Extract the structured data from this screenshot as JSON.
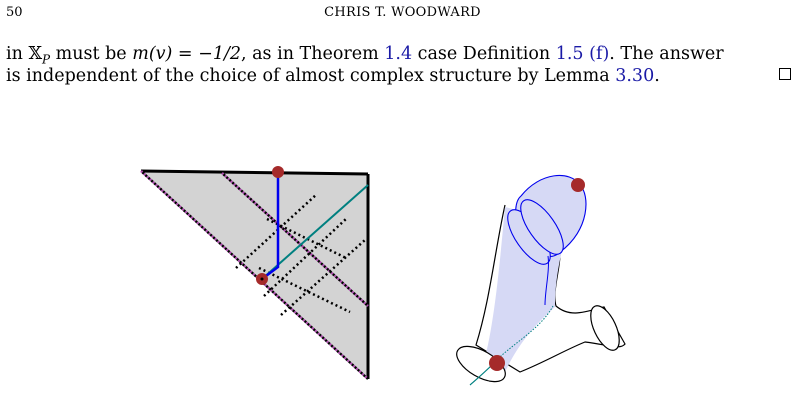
{
  "header": {
    "page_number": "50",
    "running_title": "CHRIS T. WOODWARD"
  },
  "paragraph": {
    "line1": {
      "t1": "in ",
      "m1": "𝕏",
      "m1_sub": "P",
      "t2": " must be ",
      "m2": "m(v) = −1/2",
      "t3": ", as in Theorem ",
      "ref1": "1.4",
      "t4": " case Definition ",
      "ref2": "1.5",
      "t5": " ",
      "ref3": "(f)",
      "t6": ". The answer"
    },
    "line2": {
      "t1": "is independent of the choice of almost complex structure by Lemma ",
      "ref1": "3.30",
      "t2": "."
    }
  },
  "colors": {
    "link": "#1a1aa6",
    "triangle_fill": "#d3d3d3",
    "blue_path": "#0000ee",
    "teal_path": "#008080",
    "marker": "#a52a2a",
    "surface_fill": "#d6d9f5",
    "dotted_magenta": "#b050b0"
  }
}
